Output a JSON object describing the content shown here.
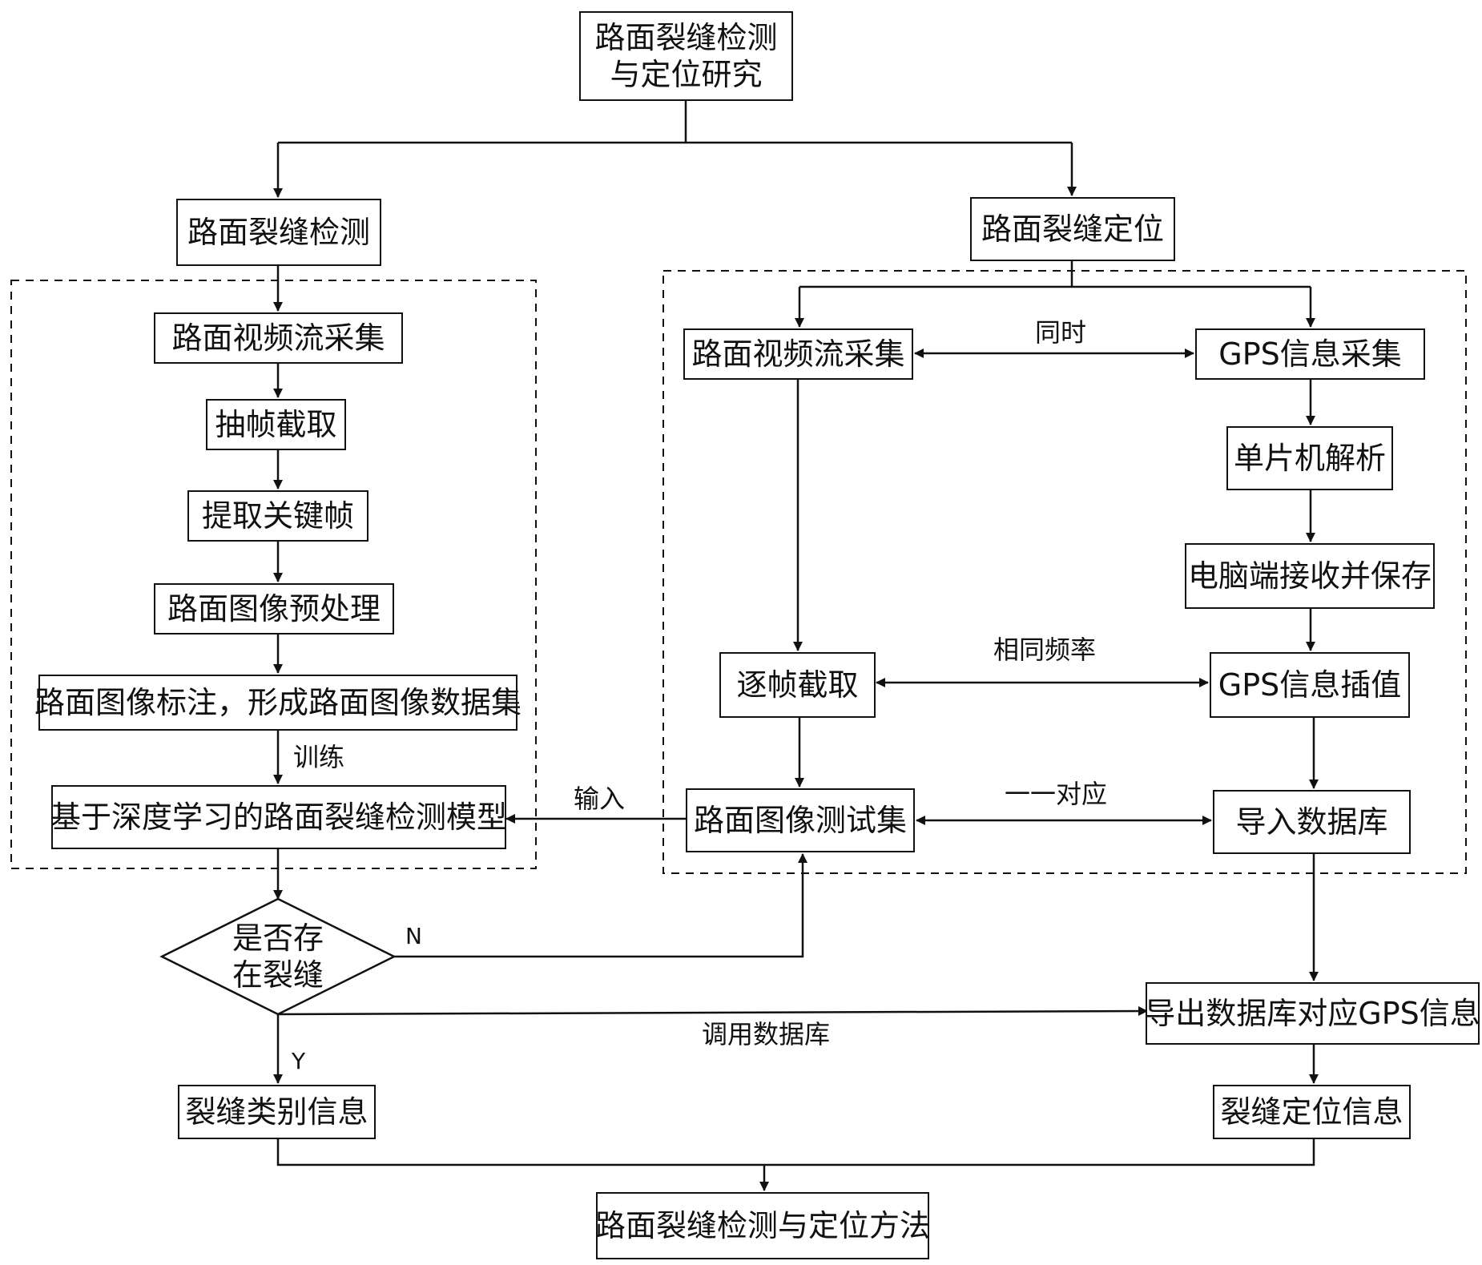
{
  "nodes": {
    "root": "路面裂缝检测\n与定位研究",
    "detect": "路面裂缝检测",
    "locate": "路面裂缝定位",
    "l_video": "路面视频流采集",
    "l_extract": "抽帧截取",
    "l_keyframe": "提取关键帧",
    "l_preprocess": "路面图像预处理",
    "l_annotate": "路面图像标注，形成路面图像数据集",
    "l_model": "基于深度学习的路面裂缝检测模型",
    "decision": "是否存\n在裂缝",
    "crack_type": "裂缝类别信息",
    "r_video": "路面视频流采集",
    "r_gps": "GPS信息采集",
    "r_mcu": "单片机解析",
    "r_pc": "电脑端接收并保存",
    "r_frame": "逐帧截取",
    "r_interp": "GPS信息插值",
    "r_testset": "路面图像测试集",
    "r_import": "导入数据库",
    "r_export": "导出数据库对应GPS信息",
    "crack_loc": "裂缝定位信息",
    "final": "路面裂缝检测与定位方法"
  },
  "labels": {
    "simultaneous": "同时",
    "same_freq": "相同频率",
    "one_to_one": "一一对应",
    "train": "训练",
    "input": "输入",
    "no": "N",
    "yes": "Y",
    "call_db": "调用数据库"
  }
}
